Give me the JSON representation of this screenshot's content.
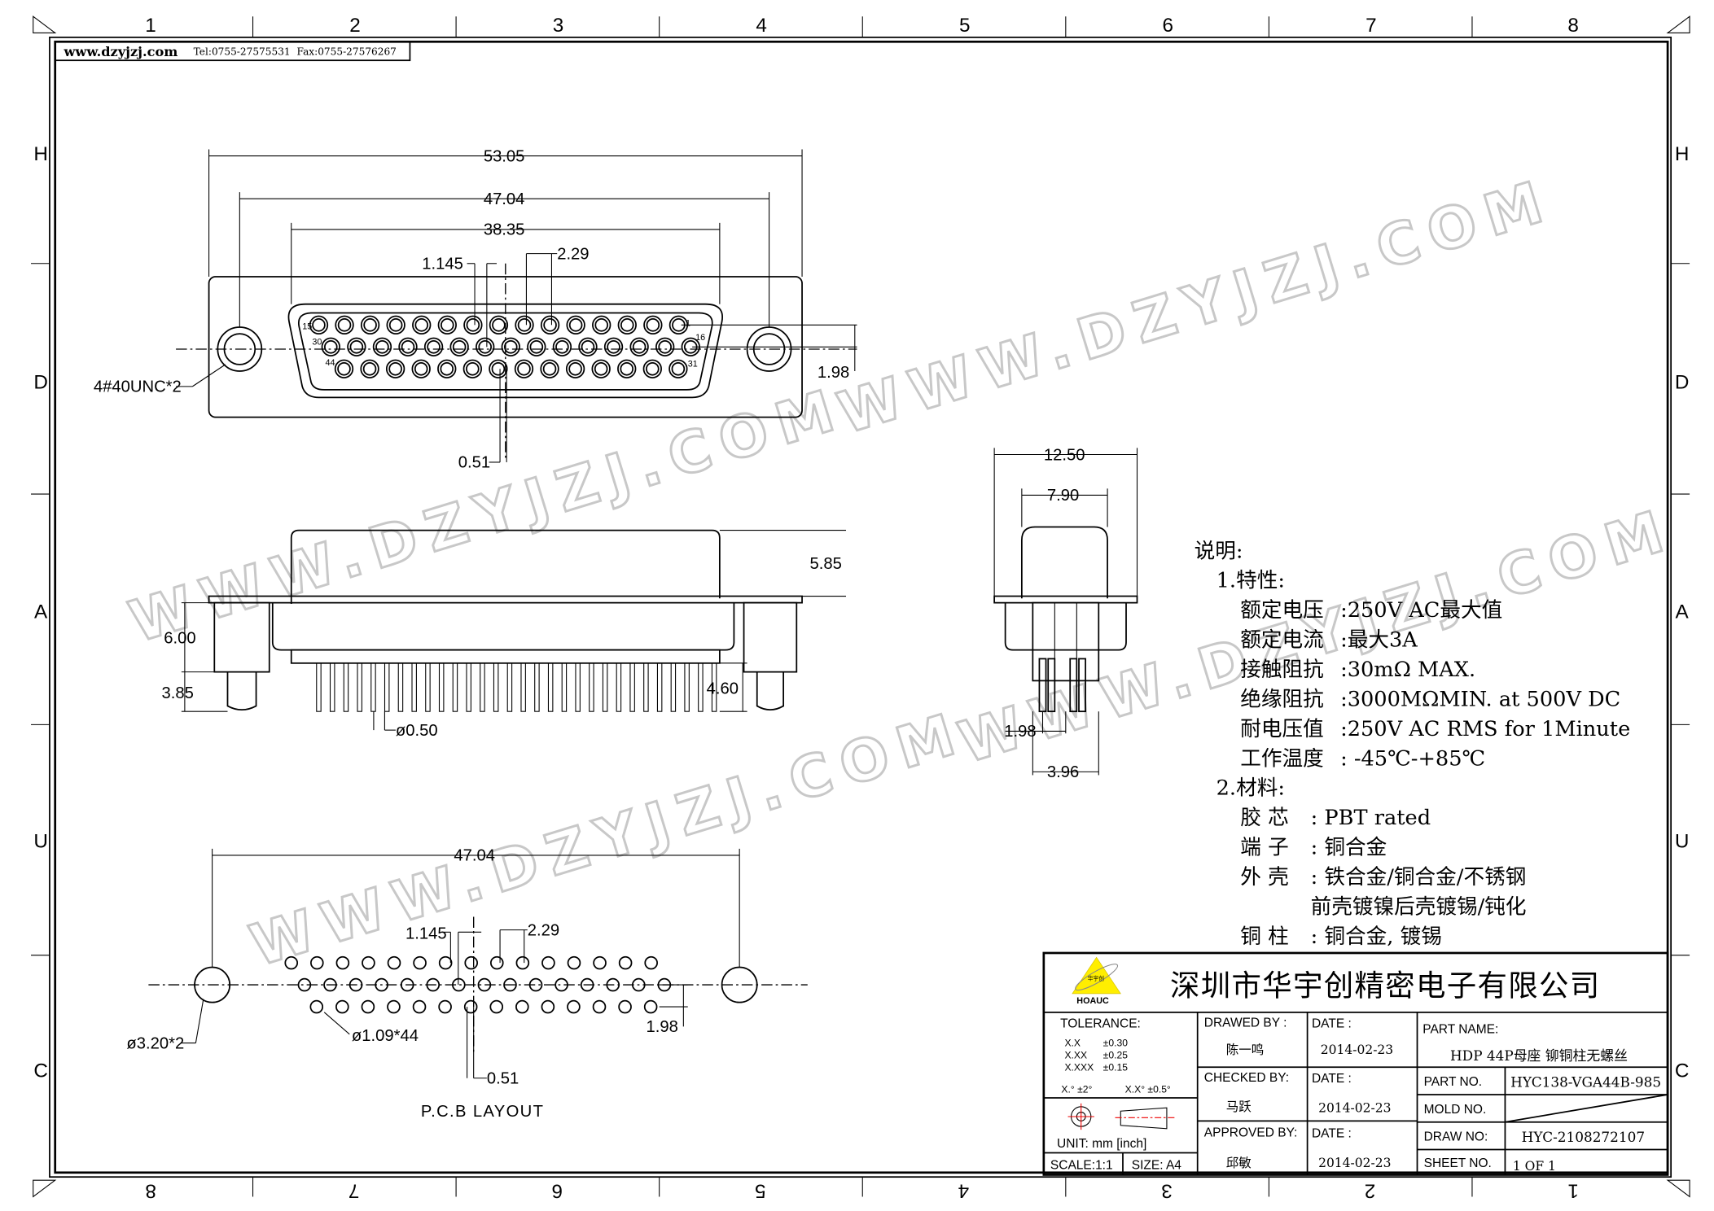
{
  "header": {
    "website": "www.dzyjzj.com",
    "tel": "Tel:0755-27575531",
    "fax": "Fax:0755-27576267"
  },
  "frame": {
    "top_zones": [
      "1",
      "2",
      "3",
      "4",
      "5",
      "6",
      "7",
      "8"
    ],
    "bottom_zones": [
      "8",
      "7",
      "6",
      "5",
      "4",
      "3",
      "2",
      "1"
    ],
    "left_zones": [
      "H",
      "D",
      "A",
      "U",
      "C"
    ]
  },
  "watermark": "WWW.DZYJZJ.COM",
  "front_view": {
    "dims": {
      "overall": "53.05",
      "mount_pitch": "47.04",
      "shell": "38.35",
      "half_pitch": "1.145",
      "pitch": "2.29",
      "row_pitch": "1.98",
      "offset": "0.51",
      "thread": "4#40UNC*2"
    },
    "pin_labels": {
      "p1": "1",
      "p15": "15",
      "p16": "16",
      "p30": "30",
      "p31": "31",
      "p44": "44"
    },
    "rows": [
      15,
      15,
      14
    ]
  },
  "side_view": {
    "dims": {
      "shell_height": "5.85",
      "standoff": "6.00",
      "boss": "3.85",
      "pin_length": "4.60",
      "pin_dia": "ø0.50"
    },
    "pin_count": 30
  },
  "end_view": {
    "dims": {
      "width": "12.50",
      "shell_width": "7.90",
      "row_pitch": "1.98",
      "pin_span": "3.96"
    }
  },
  "pcb_layout": {
    "title": "P.C.B LAYOUT",
    "dims": {
      "mount_pitch": "47.04",
      "half_pitch": "1.145",
      "pitch": "2.29",
      "mount_hole": "ø3.20*2",
      "pin_hole": "ø1.09*44",
      "row_pitch": "1.98",
      "offset": "0.51"
    }
  },
  "notes": {
    "title": "说明:",
    "sections": [
      {
        "heading": "1.特性:",
        "items": [
          {
            "label": "额定电压",
            "value": ":250V AC最大值"
          },
          {
            "label": "额定电流",
            "value": ":最大3A"
          },
          {
            "label": "接触阻抗",
            "value": ":30mΩ  MAX."
          },
          {
            "label": "绝缘阻抗",
            "value": ":3000MΩMIN. at 500V DC"
          },
          {
            "label": "耐电压值",
            "value": ":250V AC RMS for 1Minute"
          },
          {
            "label": "工作温度",
            "value": ": -45℃-+85℃"
          }
        ]
      },
      {
        "heading": "2.材料:",
        "items": [
          {
            "label": "胶 芯",
            "value": ": PBT rated"
          },
          {
            "label": "端 子",
            "value": ": 铜合金"
          },
          {
            "label": "外 壳",
            "value": ": 铁合金/铜合金/不锈钢"
          },
          {
            "label": "",
            "value": "前壳镀镍后壳镀锡/钝化"
          },
          {
            "label": "铜 柱",
            "value": ": 铜合金, 镀锡"
          }
        ]
      }
    ]
  },
  "title_block": {
    "logo_text": "HOAUC",
    "logo_cn": "华宇创",
    "company": "深圳市华宇创精密电子有限公司",
    "tolerance_label": "TOLERANCE:",
    "tolerances": [
      [
        "X.X",
        "±0.30"
      ],
      [
        "X.XX",
        "±0.25"
      ],
      [
        "X.XXX",
        "±0.15"
      ]
    ],
    "angle_tol": [
      "X.° ±2°",
      "X.X° ±0.5°"
    ],
    "unit": "UNIT:  mm  [inch]",
    "scale": "SCALE:1:1",
    "size": "SIZE:  A4",
    "drawed_by_label": "DRAWED BY :",
    "drawed_by": "陈一鸣",
    "checked_by_label": "CHECKED BY:",
    "checked_by": "马跃",
    "approved_by_label": "APPROVED BY:",
    "approved_by": "邱敏",
    "date_label": "DATE :",
    "dates": [
      "2014-02-23",
      "2014-02-23",
      "2014-02-23"
    ],
    "part_name_label": "PART NAME:",
    "part_name": "HDP 44P母座 铆铜柱无螺丝",
    "part_no_label": "PART NO.",
    "part_no": "HYC138-VGA44B-985",
    "mold_no_label": "MOLD NO.",
    "draw_no_label": "DRAW NO:",
    "draw_no": "HYC-2108272107",
    "sheet_no_label": "SHEET NO.",
    "sheet_no": "1 OF 1"
  }
}
